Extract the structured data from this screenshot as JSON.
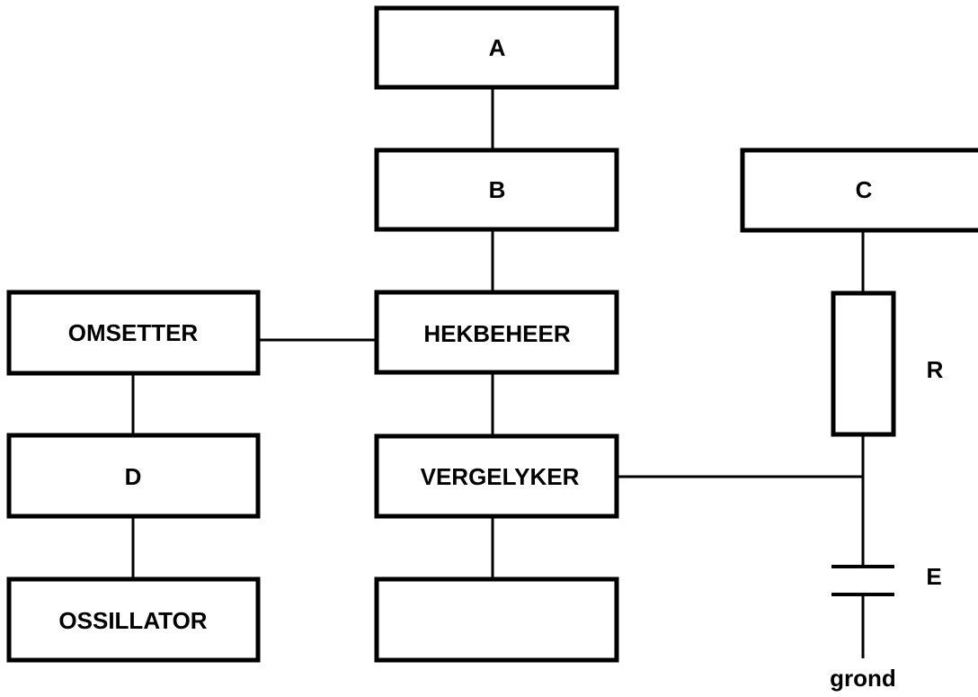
{
  "diagram": {
    "blocks": {
      "a": "A",
      "b": "B",
      "c": "C",
      "omsetter": "OMSETTER",
      "hekbeheer": "HEKBEHEER",
      "d": "D",
      "vergelyker": "VERGELYKER",
      "ossillator": "OSSILLATOR",
      "empty": ""
    },
    "components": {
      "resistor": "R",
      "capacitor": "E"
    },
    "ground": "grond"
  }
}
